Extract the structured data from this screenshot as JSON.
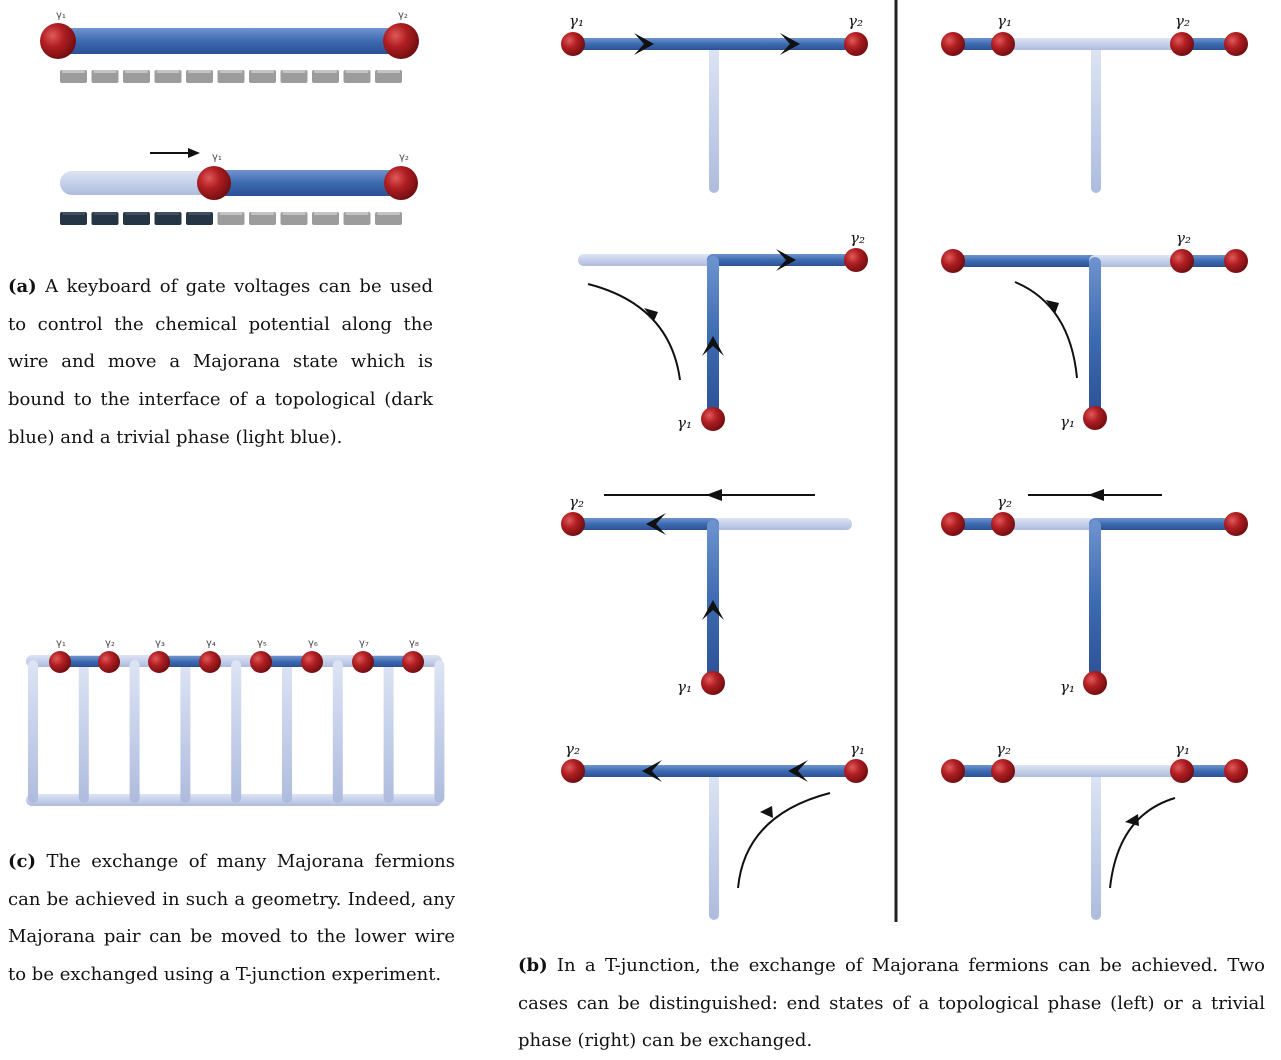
{
  "captions": {
    "a": {
      "tag": "(a)",
      "text": "A keyboard of gate voltages can be used to control the chemical potential along the wire and move a Majorana state which is bound to the interface of a topological (dark blue) and a trivial phase (light blue)."
    },
    "c": {
      "tag": "(c)",
      "text": "The exchange of many Majorana fermions can be achieved in such a geometry. Indeed, any Majorana pair can be moved to the lower wire to be exchanged using a T-junction experiment."
    },
    "b": {
      "tag": "(b)",
      "text": "In a T-junction, the exchange of Majorana fermions can be achieved. Two cases can be distinguished: end states of a topological phase (left) or a trivial phase (right) can be exchanged."
    }
  },
  "labels": {
    "g1": "γ₁",
    "g2": "γ₂",
    "g3": "γ₃",
    "g4": "γ₄",
    "g5": "γ₅",
    "g6": "γ₆",
    "g7": "γ₇",
    "g8": "γ₈"
  },
  "colors": {
    "topological": "#3d6ab1",
    "trivial": "#c5d0ea",
    "majorana": "#a81b1f",
    "gate_low": "#9c9c9c",
    "gate_high": "#263544",
    "ink": "#111111"
  }
}
